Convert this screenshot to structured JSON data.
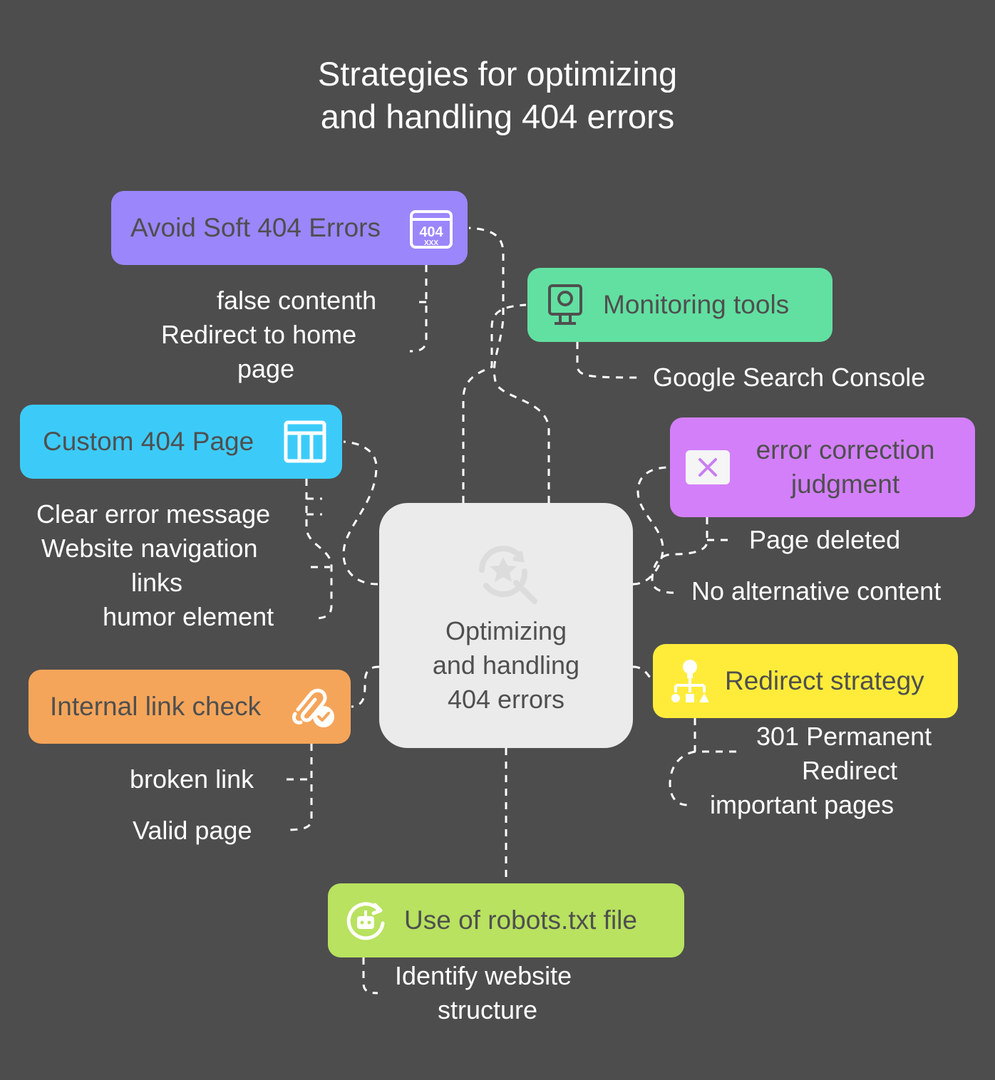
{
  "title": {
    "line1": "Strategies for optimizing",
    "line2": "and handling 404 errors"
  },
  "center": {
    "line1": "Optimizing",
    "line2": "and handling",
    "line3": "404 errors",
    "icon": "star-search-icon"
  },
  "branches": {
    "soft404": {
      "label": "Avoid Soft 404 Errors",
      "color": "#9b86fb",
      "icon": "404-error-icon",
      "icon_text": "404",
      "icon_subtext": "XXX",
      "notes": [
        "false contenth",
        "Redirect to home",
        "page"
      ]
    },
    "monitoring": {
      "label": "Monitoring tools",
      "color": "#62e0a1",
      "icon": "monitor-icon",
      "notes": [
        "Google Search Console"
      ]
    },
    "custom404": {
      "label": "Custom 404 Page",
      "color": "#3ccbf9",
      "icon": "layout-table-icon",
      "notes": [
        "Clear error message",
        "Website navigation",
        "links",
        "humor element"
      ]
    },
    "errorCorrection": {
      "label1": "error correction",
      "label2": "judgment",
      "color": "#d37ffa",
      "icon": "close-icon",
      "notes": [
        "Page deleted",
        "No alternative content"
      ]
    },
    "internalLink": {
      "label": "Internal link check",
      "color": "#f5a55a",
      "icon": "link-check-icon",
      "notes": [
        "broken link",
        "Valid page"
      ]
    },
    "redirect": {
      "label": "Redirect strategy",
      "color": "#ffec3a",
      "icon": "sitemap-icon",
      "notes": [
        "301 Permanent",
        "Redirect",
        "important pages"
      ]
    },
    "robots": {
      "label": "Use of robots.txt file",
      "color": "#b8e25f",
      "icon": "robot-refresh-icon",
      "notes": [
        "Identify website",
        "structure"
      ]
    }
  },
  "colors": {
    "background": "#4d4d4d",
    "connector": "#ffffff",
    "center": "#ebebeb",
    "label_text": "#4f4f4f"
  }
}
